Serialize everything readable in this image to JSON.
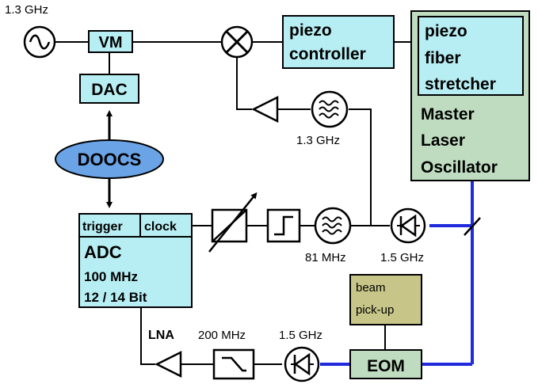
{
  "diagram": {
    "colors": {
      "box_fill": "#b7eef3",
      "master_fill": "#bfdcc0",
      "beam_fill": "#c7c688",
      "doocs_fill": "#6aa3e6",
      "optical_line": "#1f2bdc",
      "line": "#000000"
    },
    "labels": {
      "ref_freq": "1.3 GHz",
      "vm": "VM",
      "dac": "DAC",
      "doocs": "DOOCS",
      "piezo_controller_1": "piezo",
      "piezo_controller_2": "controller",
      "stretcher_1": "piezo",
      "stretcher_2": "fiber",
      "stretcher_3": "stretcher",
      "master_1": "Master",
      "master_2": "Laser",
      "master_3": "Oscillator",
      "filter_1_3": "1.3 GHz",
      "filter_81": "81 MHz",
      "photodiode_1_5": "1.5 GHz",
      "adc_trigger": "trigger",
      "adc_clock": "clock",
      "adc_title": "ADC",
      "adc_rate": "100 MHz",
      "adc_bits": "12 / 14 Bit",
      "beam_1": "beam",
      "beam_2": "pick-up",
      "eom": "EOM",
      "lna": "LNA",
      "lowpass_200": "200 MHz",
      "photodiode2_1_5": "1.5 GHz"
    }
  }
}
